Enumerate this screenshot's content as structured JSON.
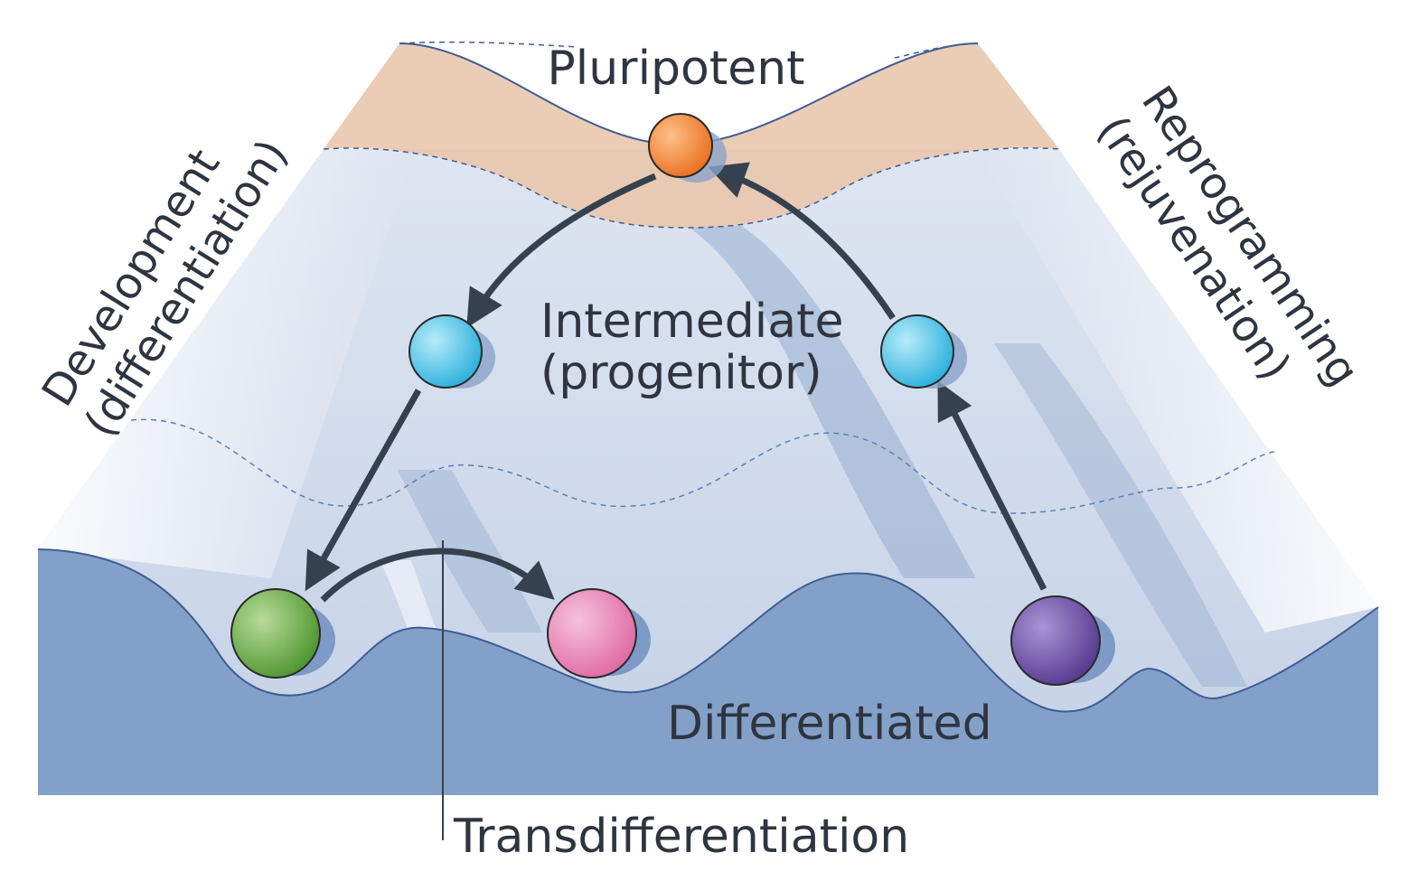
{
  "labels": {
    "pluripotent": "Pluripotent",
    "intermediate_line1": "Intermediate",
    "intermediate_line2": "(progenitor)",
    "differentiated": "Differentiated",
    "transdifferentiation": "Transdifferentiation",
    "development_line1": "Development",
    "development_line2": "(differentiation)",
    "reprogramming_line1": "Reprogramming",
    "reprogramming_line2": "(rejuvenation)"
  },
  "cells": [
    {
      "name": "pluripotent-cell",
      "color": "#f5883a"
    },
    {
      "name": "intermediate-cell-left",
      "color": "#4cc4e8"
    },
    {
      "name": "intermediate-cell-right",
      "color": "#4cc4e8"
    },
    {
      "name": "differentiated-cell-green",
      "color": "#6aaa48"
    },
    {
      "name": "differentiated-cell-pink",
      "color": "#e77fb0"
    },
    {
      "name": "differentiated-cell-purple",
      "color": "#6f55a8"
    }
  ],
  "colors": {
    "pluripotent_zone": "#e9c6ad",
    "landscape": "#cfd9ea",
    "landscape_shadow": "#8aa3c9",
    "differentiated_floor": "#83a0c9",
    "arrow": "#36414f"
  }
}
